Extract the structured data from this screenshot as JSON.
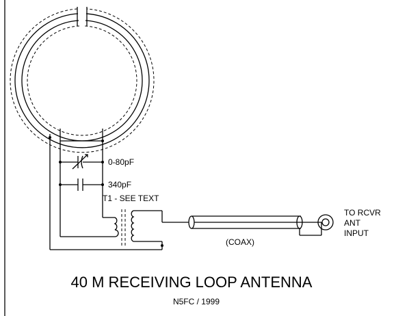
{
  "diagram": {
    "title": "40 M RECEIVING LOOP ANTENNA",
    "subtitle": "N5FC / 1999",
    "components": {
      "variable_capacitor": "0-80pF",
      "fixed_capacitor": "340pF",
      "transformer": "T1 - SEE TEXT",
      "coax": "(COAX)",
      "output": [
        "TO RCVR",
        "ANT",
        "INPUT"
      ]
    }
  }
}
